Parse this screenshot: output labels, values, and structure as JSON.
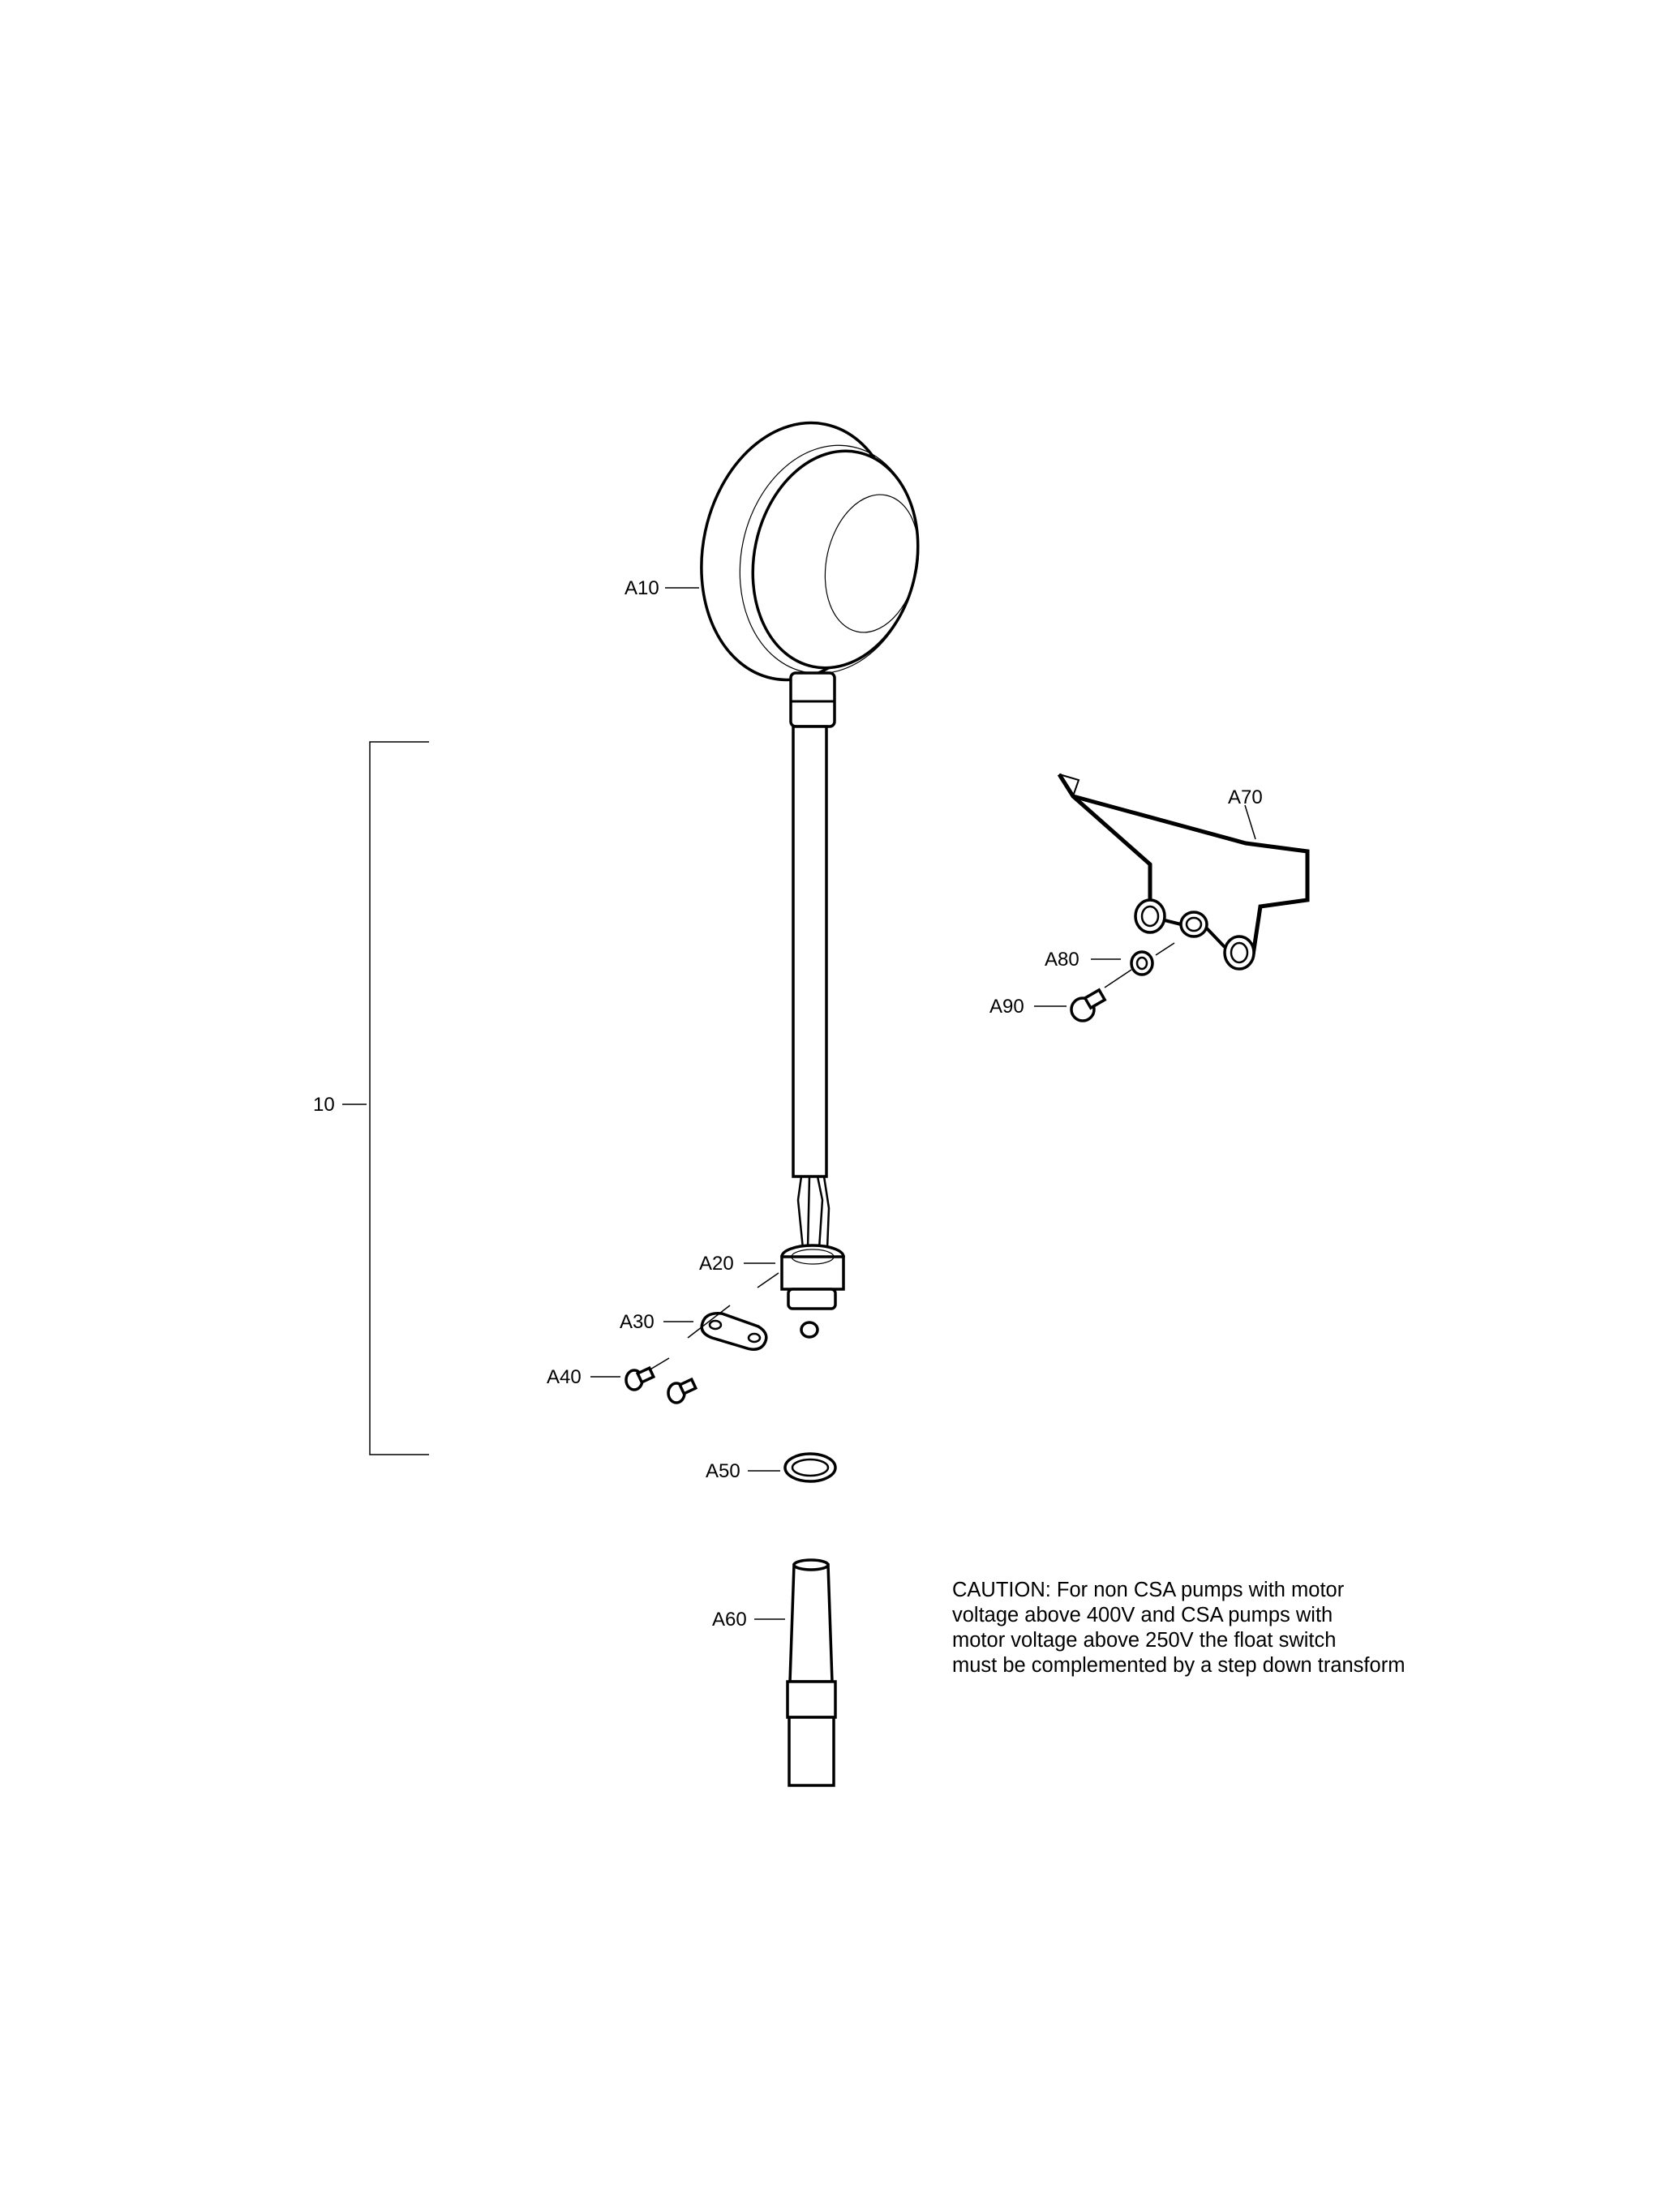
{
  "labels": {
    "assembly": "10",
    "a10": "A10",
    "a20": "A20",
    "a30": "A30",
    "a40": "A40",
    "a50": "A50",
    "a60": "A60",
    "a70": "A70",
    "a80": "A80",
    "a90": "A90"
  },
  "caution": {
    "lines": [
      "CAUTION: For non CSA pumps with motor",
      "voltage above 400V and CSA pumps with",
      "motor voltage above 250V the float switch",
      "must be complemented by a step down transform"
    ]
  }
}
